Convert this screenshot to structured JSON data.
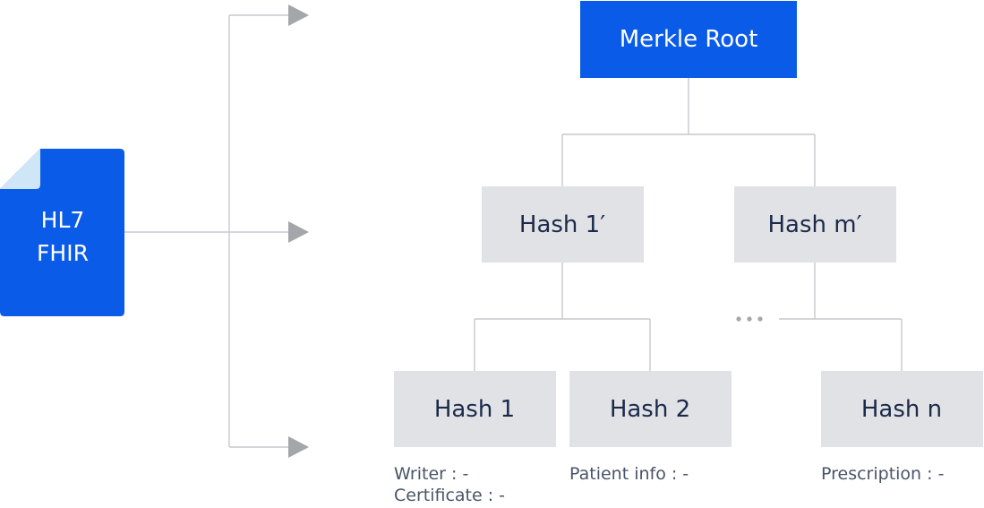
{
  "document": {
    "line1": "HL7",
    "line2": "FHIR"
  },
  "tree": {
    "root": "Merkle Root",
    "level1": [
      "Hash 1′",
      "Hash m′"
    ],
    "leaves": [
      "Hash 1",
      "Hash 2",
      "Hash n"
    ],
    "ellipsis": "..."
  },
  "attributes": {
    "hash1": [
      "Writer : -",
      "Certificate : -"
    ],
    "hash2": [
      "Patient info : -"
    ],
    "hashn": [
      "Prescription : -"
    ]
  },
  "colors": {
    "accent_blue": "#0a5ce8",
    "box_gray": "#e1e2e5",
    "text_dark": "#1c2a4a",
    "line_gray": "#c7c9cd"
  }
}
